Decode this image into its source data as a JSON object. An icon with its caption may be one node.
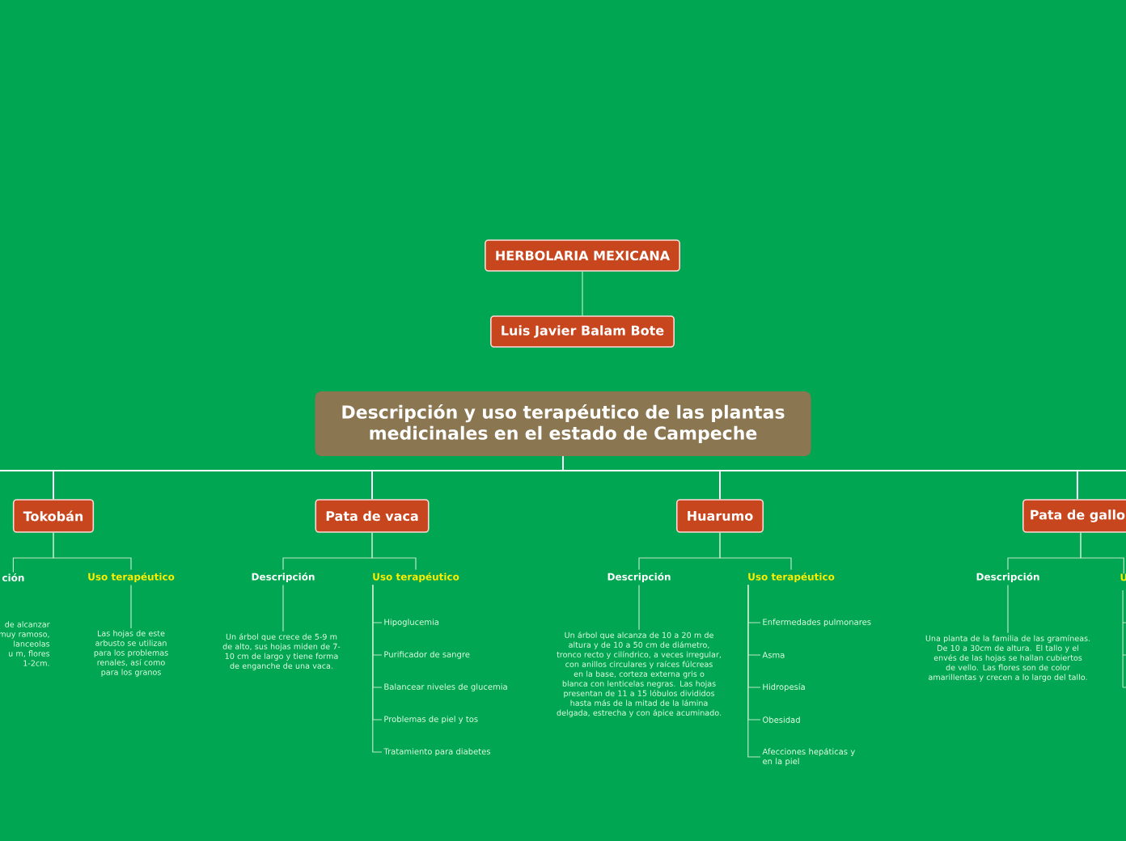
{
  "diagram": {
    "nodes": [
      {
        "text": [
          "HERBOLARIA MEXICANA"
        ]
      },
      {
        "text": [
          "Luis Javier Balam Bote"
        ]
      },
      {
        "text": [
          "Descripción y uso terapéutico de las plantas medicinales en el estado de Campeche"
        ]
      },
      {
        "text": [
          "Tokobán"
        ]
      },
      {
        "text": [
          "ción"
        ]
      },
      {
        "text": [
          "de alcanzar muy ramoso, lanceolas u m, flores 1-2cm."
        ]
      },
      {
        "text": [
          "Uso terapéutico"
        ]
      },
      {
        "text": [
          "Las hojas de este arbusto se utilizan para los problemas renales, así como para los granos"
        ]
      },
      {
        "text": [
          "Pata de vaca"
        ]
      },
      {
        "text": [
          "Descripción"
        ]
      },
      {
        "text": [
          "Un árbol que crece de 5-9 m de alto, sus hojas miden de 7-10 cm de largo y tiene forma de enganche de una vaca."
        ]
      },
      {
        "text": [
          "Uso terapéutico"
        ]
      },
      {
        "text": [
          "Hipoglucemia"
        ]
      },
      {
        "text": [
          "Purificador de sangre"
        ]
      },
      {
        "text": [
          "Balancear niveles de glucemia"
        ]
      },
      {
        "text": [
          "Problemas de piel y tos"
        ]
      },
      {
        "text": [
          "Tratamiento para diabetes"
        ]
      },
      {
        "text": [
          "Huarumo"
        ]
      },
      {
        "text": [
          "Descripción"
        ]
      },
      {
        "text": [
          "Un árbol que alcanza de 10 a 20 m de altura y de 10 a 50 cm de diámetro, tronco recto y cilíndrico, a veces irregular, con anillos circulares y raíces fúlcreas en la base, corteza externa gris o blanca con lenticelas negras. Las hojas presentan de 11 a 15 lóbulos divididos hasta más de la mitad de la lámina delgada, estrecha y con ápice acuminado."
        ]
      },
      {
        "text": [
          "Uso terapéutico"
        ]
      },
      {
        "text": [
          "Enfermedades pulmonares"
        ]
      },
      {
        "text": [
          "Asma"
        ]
      },
      {
        "text": [
          "Hidropesía"
        ]
      },
      {
        "text": [
          "Obesidad"
        ]
      },
      {
        "text": [
          "Afecciones hepáticas y en la piel"
        ]
      },
      {
        "text": [
          "Pata de gallo"
        ]
      },
      {
        "text": [
          "Descripción"
        ]
      },
      {
        "text": [
          "Una planta de la familia de las gramíneas. De 10 a 30cm de altura. El tallo y el envés de las hojas se hallan cubiertos de vello. Las flores son de color amarillentas y crecen a lo largo del tallo."
        ]
      },
      {
        "text": [
          "U"
        ]
      }
    ],
    "edges": [
      {
        "from": 0,
        "to": 1,
        "arrow": "none"
      },
      {
        "from": 2,
        "to": 3,
        "arrow": "none",
        "color": "#ffffff"
      },
      {
        "from": 2,
        "to": 8,
        "arrow": "none",
        "color": "#ffffff"
      },
      {
        "from": 2,
        "to": 17,
        "arrow": "none",
        "color": "#ffffff"
      },
      {
        "from": 2,
        "to": 26,
        "arrow": "none",
        "color": "#ffffff"
      },
      {
        "from": 3,
        "to": 4,
        "arrow": "none"
      },
      {
        "from": 3,
        "to": 6,
        "arrow": "none"
      },
      {
        "from": 6,
        "to": 7,
        "arrow": "none"
      },
      {
        "from": 8,
        "to": 9,
        "arrow": "none"
      },
      {
        "from": 8,
        "to": 11,
        "arrow": "none"
      },
      {
        "from": 9,
        "to": 10,
        "arrow": "none"
      },
      {
        "from": 11,
        "to": 12,
        "arrow": "none"
      },
      {
        "from": 11,
        "to": 13,
        "arrow": "none"
      },
      {
        "from": 11,
        "to": 14,
        "arrow": "none"
      },
      {
        "from": 11,
        "to": 15,
        "arrow": "none"
      },
      {
        "from": 11,
        "to": 16,
        "arrow": "none"
      },
      {
        "from": 17,
        "to": 18,
        "arrow": "none"
      },
      {
        "from": 17,
        "to": 20,
        "arrow": "none"
      },
      {
        "from": 18,
        "to": 19,
        "arrow": "none"
      },
      {
        "from": 20,
        "to": 21,
        "arrow": "none"
      },
      {
        "from": 20,
        "to": 22,
        "arrow": "none"
      },
      {
        "from": 20,
        "to": 23,
        "arrow": "none"
      },
      {
        "from": 20,
        "to": 24,
        "arrow": "none"
      },
      {
        "from": 20,
        "to": 25,
        "arrow": "none"
      },
      {
        "from": 26,
        "to": 27,
        "arrow": "none"
      },
      {
        "from": 26,
        "to": 29,
        "arrow": "none"
      },
      {
        "from": 27,
        "to": 28,
        "arrow": "none"
      }
    ]
  }
}
